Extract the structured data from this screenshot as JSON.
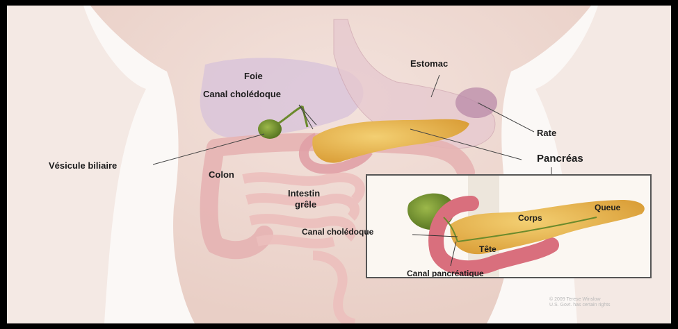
{
  "labels": {
    "foie": "Foie",
    "estomac": "Estomac",
    "canal_choledoque_main": "Canal cholédoque",
    "rate": "Rate",
    "vesicule_biliaire": "Vésicule biliaire",
    "pancreas": "Pancréas",
    "colon": "Colon",
    "intestin": "Intestin",
    "grele": "grêle"
  },
  "inset_labels": {
    "queue": "Queue",
    "corps": "Corps",
    "canal_choledoque": "Canal cholédoque",
    "tete": "Tête",
    "canal_pancreatique": "Canal pancréatique"
  },
  "credit": {
    "line1": "© 2009 Terese Winslow",
    "line2": "U.S. Govt. has certain rights"
  },
  "colors": {
    "skin": "#efd9d2",
    "liver": "#d9c6dc",
    "pancreas": "#e7b54c",
    "intestine": "#e9b8b6",
    "gallbladder": "#6a8a2a",
    "duodenum": "#d66e7a"
  }
}
